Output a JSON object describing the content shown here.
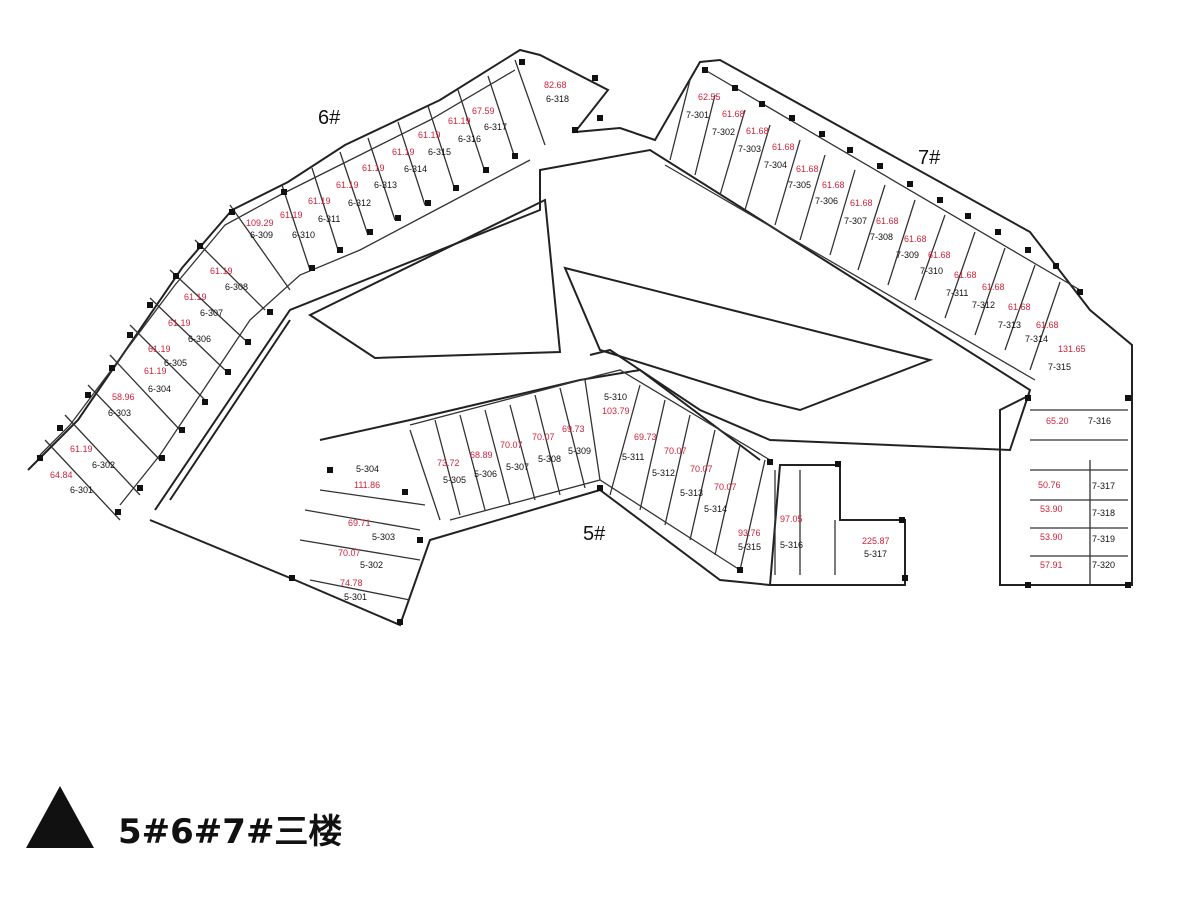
{
  "title": "5#6#7#三楼",
  "icon": "north-triangle-icon",
  "buildings": [
    {
      "label": "6#",
      "units": [
        {
          "code": "6-301",
          "area": "64.84"
        },
        {
          "code": "6-302",
          "area": "61.19"
        },
        {
          "code": "6-303",
          "area": "58.96"
        },
        {
          "code": "6-304",
          "area": "61.19"
        },
        {
          "code": "6-305",
          "area": "61.19"
        },
        {
          "code": "6-306",
          "area": "61.19"
        },
        {
          "code": "6-307",
          "area": "61.19"
        },
        {
          "code": "6-308",
          "area": "61.19"
        },
        {
          "code": "6-309",
          "area": "109.29"
        },
        {
          "code": "6-310",
          "area": "61.19"
        },
        {
          "code": "6-311",
          "area": "61.19"
        },
        {
          "code": "6-312",
          "area": "61.19"
        },
        {
          "code": "6-313",
          "area": "61.19"
        },
        {
          "code": "6-314",
          "area": "61.19"
        },
        {
          "code": "6-315",
          "area": "61.19"
        },
        {
          "code": "6-316",
          "area": "61.19"
        },
        {
          "code": "6-317",
          "area": "67.59"
        },
        {
          "code": "6-318",
          "area": "82.68"
        }
      ]
    },
    {
      "label": "7#",
      "units": [
        {
          "code": "7-301",
          "area": "62.55"
        },
        {
          "code": "7-302",
          "area": "61.68"
        },
        {
          "code": "7-303",
          "area": "61.68"
        },
        {
          "code": "7-304",
          "area": "61.68"
        },
        {
          "code": "7-305",
          "area": "61.68"
        },
        {
          "code": "7-306",
          "area": "61.68"
        },
        {
          "code": "7-307",
          "area": "61.68"
        },
        {
          "code": "7-308",
          "area": "61.68"
        },
        {
          "code": "7-309",
          "area": "61.68"
        },
        {
          "code": "7-310",
          "area": "61.68"
        },
        {
          "code": "7-311",
          "area": "61.68"
        },
        {
          "code": "7-312",
          "area": "61.68"
        },
        {
          "code": "7-313",
          "area": "61.68"
        },
        {
          "code": "7-314",
          "area": "61.68"
        },
        {
          "code": "7-315",
          "area": "131.65"
        },
        {
          "code": "7-316",
          "area": "65.20"
        },
        {
          "code": "7-317",
          "area": "50.76"
        },
        {
          "code": "7-318",
          "area": "53.90"
        },
        {
          "code": "7-319",
          "area": "53.90"
        },
        {
          "code": "7-320",
          "area": "57.91"
        }
      ]
    },
    {
      "label": "5#",
      "units": [
        {
          "code": "5-301",
          "area": "74.78"
        },
        {
          "code": "5-302",
          "area": "70.07"
        },
        {
          "code": "5-303",
          "area": "69.71"
        },
        {
          "code": "5-304",
          "area": "111.86"
        },
        {
          "code": "5-305",
          "area": "73.72"
        },
        {
          "code": "5-306",
          "area": "68.89"
        },
        {
          "code": "5-307",
          "area": "70.07"
        },
        {
          "code": "5-308",
          "area": "70.07"
        },
        {
          "code": "5-309",
          "area": "69.73"
        },
        {
          "code": "5-310",
          "area": "103.79"
        },
        {
          "code": "5-311",
          "area": "69.73"
        },
        {
          "code": "5-312",
          "area": "70.07"
        },
        {
          "code": "5-313",
          "area": "70.07"
        },
        {
          "code": "5-314",
          "area": "70.07"
        },
        {
          "code": "5-315",
          "area": "93.76"
        },
        {
          "code": "5-316",
          "area": "97.05"
        },
        {
          "code": "5-317",
          "area": "225.87"
        }
      ]
    }
  ],
  "colors": {
    "wall": "#222222",
    "area_text": "#d2233a",
    "code_text": "#111111"
  }
}
